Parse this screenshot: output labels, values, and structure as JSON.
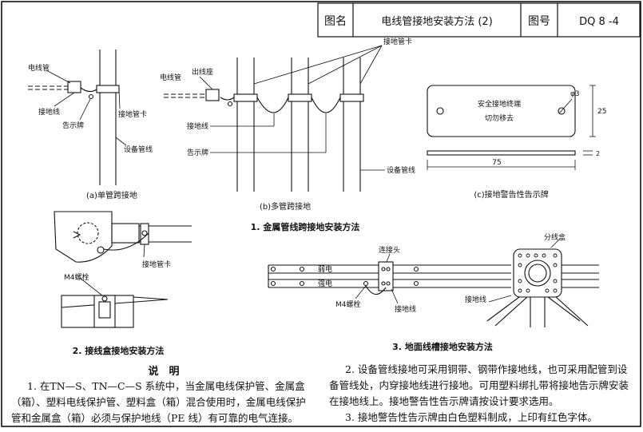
{
  "title_block": {
    "name_label": "图名",
    "title": "电线管接地安装方法 (2)",
    "number_label": "图号",
    "number": "DQ 8 -4"
  },
  "figure1": {
    "a_conduit": "电线管",
    "a_ground_wire": "接地线",
    "a_sign": "告示牌",
    "a_clamp": "接地管卡",
    "a_pipe": "设备管线",
    "a_caption": "(a)单管跨接地",
    "b_clamp": "接地管卡",
    "b_conduit": "电线管",
    "b_outlet": "出线座",
    "b_ground_wire": "接地线",
    "b_sign": "告示牌",
    "b_pipe": "设备管线",
    "b_caption": "(b)多管跨接地",
    "c_plate_line1": "安全接地终端",
    "c_plate_line2": "切勿移去",
    "c_hole": "φ3",
    "c_height": "25",
    "c_width": "75",
    "c_thick": "2",
    "c_caption": "(c)接地警告性告示牌",
    "caption": "1. 金属管线跨接地安装方法"
  },
  "figure2": {
    "clamp": "接地管卡",
    "bolt": "M4螺栓",
    "caption": "2. 接线盒接地安装方法"
  },
  "figure3": {
    "connector": "连接头",
    "junction_box": "分线盒",
    "weak": "弱电",
    "strong": "强电",
    "bolt": "M4螺栓",
    "ground_wire_1": "接地线",
    "ground_wire_2": "接地线",
    "caption": "3. 地面线槽接地安装方法"
  },
  "notes": {
    "heading": "说　明",
    "p1": "1. 在TN—S、TN—C—S 系统中，当金属电线保护管、金属盒（箱）、塑料电线保护管、塑料盒（箱）混合使用时，金属电线保护管和金属盒（箱）必须与保护地线（PE 线）有可靠的电气连接。",
    "p2": "2. 设备管线接地可采用铜带、钢带作接地线，也可采用配管到设备管线处，内穿接地线进行接地。可用塑料绑扎带将接地告示牌安装在接地线上。接地警告性告示牌请按设计要求选用。",
    "p3": "3. 接地警告性告示牌由白色塑料制成，上印有红色字体。"
  }
}
